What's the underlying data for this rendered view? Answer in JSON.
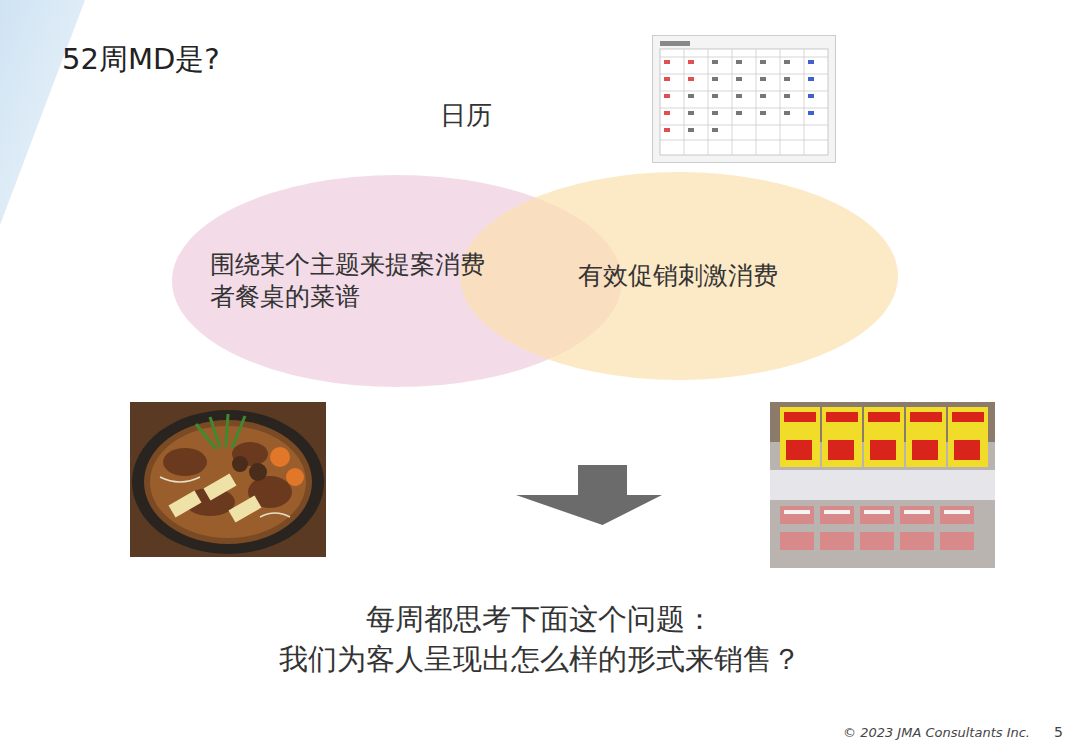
{
  "diagram": {
    "title": "52周MD是?",
    "nodes": [
      {
        "text": [
          "围绕某个主题来提案消费者餐桌的菜谱"
        ]
      },
      {
        "text": [
          "有效促销刺激消费"
        ]
      }
    ],
    "labels": [
      "日历",
      "每周都思考下面这个问题：",
      "我们为客人呈现出怎么样的形式来销售？",
      "© 2023 JMA Consultants Inc.",
      "5"
    ]
  }
}
